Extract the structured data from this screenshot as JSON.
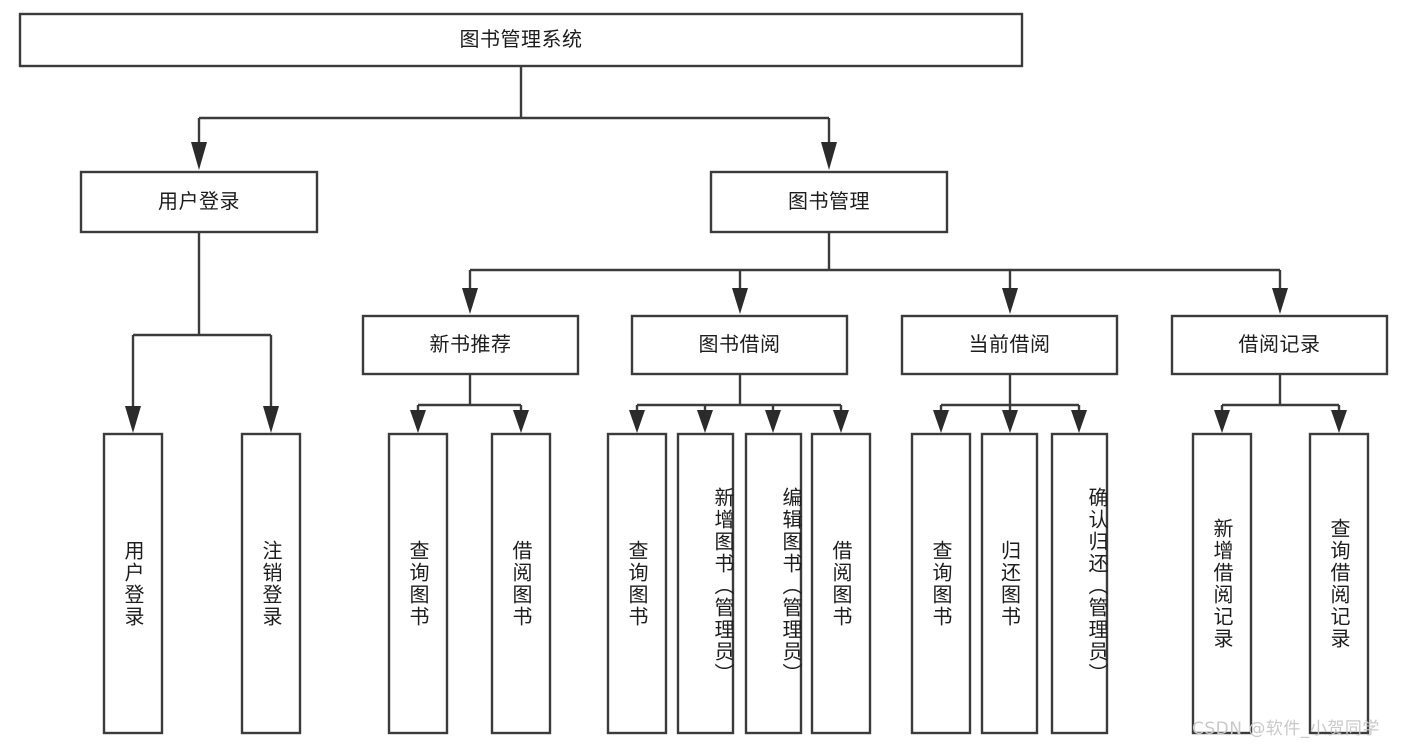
{
  "diagram": {
    "type": "tree-hierarchy-diagram",
    "title": "图书管理系统",
    "watermark": "CSDN @软件_小贺同学",
    "colors": {
      "background": "#ffffff",
      "box_stroke": "#3b3b3b",
      "connector": "#3b3b3b",
      "text": "#1d1d1d",
      "watermark": "#c9c9c9"
    },
    "levels": {
      "root": {
        "label": "图书管理系统"
      },
      "level1": [
        {
          "label": "用户登录"
        },
        {
          "label": "图书管理"
        }
      ],
      "level2": [
        {
          "label": "新书推荐"
        },
        {
          "label": "图书借阅"
        },
        {
          "label": "当前借阅"
        },
        {
          "label": "借阅记录"
        }
      ],
      "leaves": {
        "user_login": [
          {
            "label": "用户登录"
          },
          {
            "label": "注销登录"
          }
        ],
        "new_book_recommend": [
          {
            "label": "查询图书"
          },
          {
            "label": "借阅图书"
          }
        ],
        "book_borrow": [
          {
            "label": "查询图书"
          },
          {
            "label": "新增图书（管理员）"
          },
          {
            "label": "编辑图书（管理员）"
          },
          {
            "label": "借阅图书"
          }
        ],
        "current_borrow": [
          {
            "label": "查询图书"
          },
          {
            "label": "归还图书"
          },
          {
            "label": "确认归还（管理员）"
          }
        ],
        "borrow_records": [
          {
            "label": "新增借阅记录"
          },
          {
            "label": "查询借阅记录"
          }
        ]
      }
    }
  }
}
